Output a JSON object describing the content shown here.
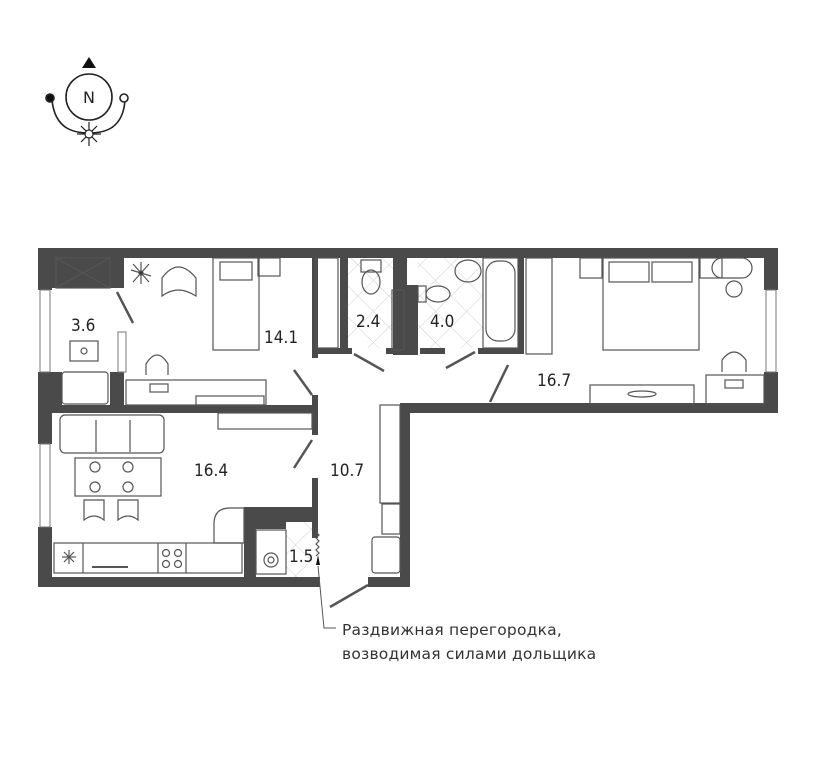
{
  "compass": {
    "label": "N",
    "icon": "compass-north-sun-icon"
  },
  "rooms": [
    {
      "id": "storage",
      "area": "3.6",
      "type": "storage-closet"
    },
    {
      "id": "bedroom-1",
      "area": "14.1",
      "type": "bedroom"
    },
    {
      "id": "toilet",
      "area": "2.4",
      "type": "wc"
    },
    {
      "id": "bathroom",
      "area": "4.0",
      "type": "bathroom"
    },
    {
      "id": "bedroom-2",
      "area": "16.7",
      "type": "bedroom"
    },
    {
      "id": "kitchen-living",
      "area": "16.4",
      "type": "kitchen-living-room"
    },
    {
      "id": "hallway",
      "area": "10.7",
      "type": "hallway"
    },
    {
      "id": "utility",
      "area": "1.5",
      "type": "utility-closet"
    }
  ],
  "note": {
    "line1": "Раздвижная перегородка,",
    "line2": "возводимая силами дольщика"
  },
  "colors": {
    "wall": "#4a4a4a",
    "line": "#555555",
    "background": "#ffffff"
  }
}
